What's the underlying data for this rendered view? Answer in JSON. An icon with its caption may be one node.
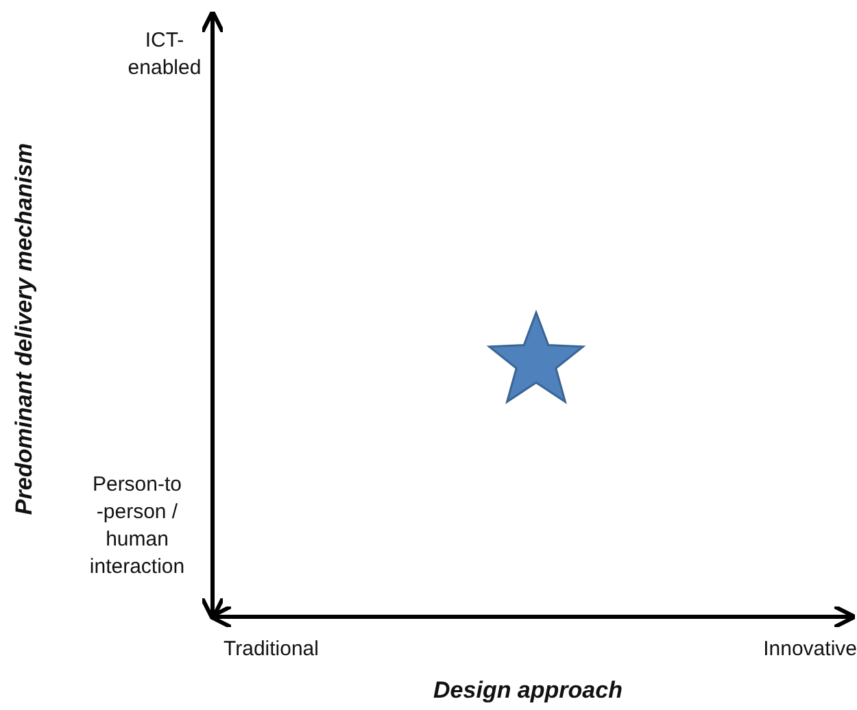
{
  "diagram": {
    "nodes": [
      {
        "text": [],
        "shape": "star"
      }
    ],
    "labels": [
      "ICT- enabled",
      "Predominant delivery mechanism",
      "Person-to -person / human interaction",
      "Traditional",
      "Innovative",
      "Design approach"
    ]
  }
}
